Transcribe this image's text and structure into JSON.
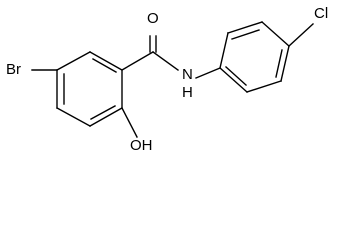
{
  "molecule": {
    "atoms": {
      "bromine": "Br",
      "oxygen_carbonyl": "O",
      "amide_nitrogen": "N",
      "amide_hydrogen": "H",
      "chlorine": "Cl",
      "hydroxyl": "OH"
    }
  }
}
